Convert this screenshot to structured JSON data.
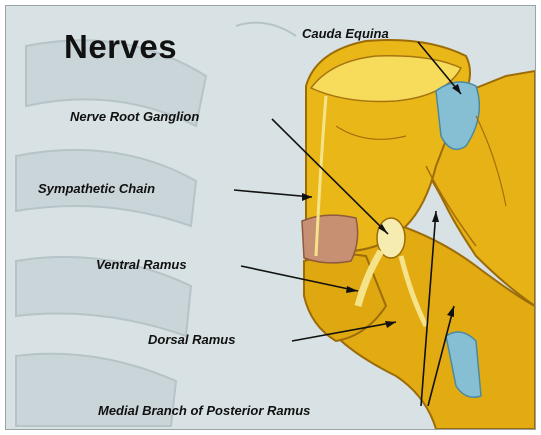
{
  "title": "Nerves",
  "labels": {
    "cauda_equina": "Cauda Equina",
    "nerve_root_ganglion": "Nerve Root Ganglion",
    "sympathetic_chain": "Sympathetic Chain",
    "ventral_ramus": "Ventral Ramus",
    "dorsal_ramus": "Dorsal Ramus",
    "medial_branch": "Medial Branch of Posterior Ramus"
  },
  "colors": {
    "background": "#d8e2e4",
    "bone": "#e8b414",
    "bone_highlight": "#f6dc5a",
    "bone_shadow": "#b07c0a",
    "disc": "#c79072",
    "canal": "#86bfd3",
    "label_text": "#111111"
  }
}
